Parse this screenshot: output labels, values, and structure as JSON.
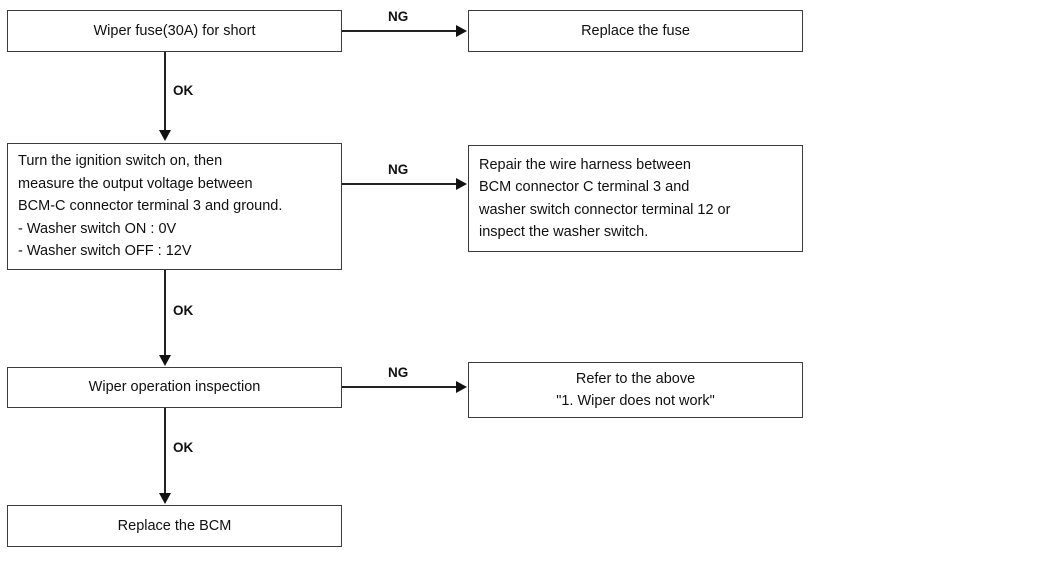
{
  "diagram": {
    "title": "Wiper and washer diagnostic flowchart",
    "type": "flowchart",
    "colors": {
      "box_border": "#3c3c3c",
      "connector": "#222222",
      "text": "#101010",
      "background": "#ffffff"
    },
    "nodes": [
      {
        "id": "fuse-check",
        "align": "center",
        "lines": [
          "Wiper fuse(30A) for short"
        ]
      },
      {
        "id": "replace-fuse",
        "align": "center",
        "lines": [
          "Replace the fuse"
        ]
      },
      {
        "id": "voltage-measure",
        "align": "left",
        "lines": [
          "Turn the ignition switch on, then",
          "measure the output voltage between",
          "BCM-C connector terminal 3 and ground.",
          "- Washer switch ON : 0V",
          "- Washer switch OFF : 12V"
        ]
      },
      {
        "id": "repair-harness",
        "align": "left",
        "lines": [
          "Repair the wire harness between",
          "BCM connector C terminal 3 and",
          "washer switch connector terminal 12 or",
          "inspect the washer switch."
        ]
      },
      {
        "id": "wiper-operation",
        "align": "center",
        "lines": [
          "Wiper operation inspection"
        ]
      },
      {
        "id": "refer-above",
        "align": "center",
        "lines": [
          "Refer to the above",
          "\"1. Wiper does not work\""
        ]
      },
      {
        "id": "replace-bcm",
        "align": "center",
        "lines": [
          "Replace the BCM"
        ]
      }
    ],
    "edge_labels": {
      "ng_1": "NG",
      "ng_2": "NG",
      "ng_3": "NG",
      "ok_1": "OK",
      "ok_2": "OK",
      "ok_3": "OK"
    }
  }
}
